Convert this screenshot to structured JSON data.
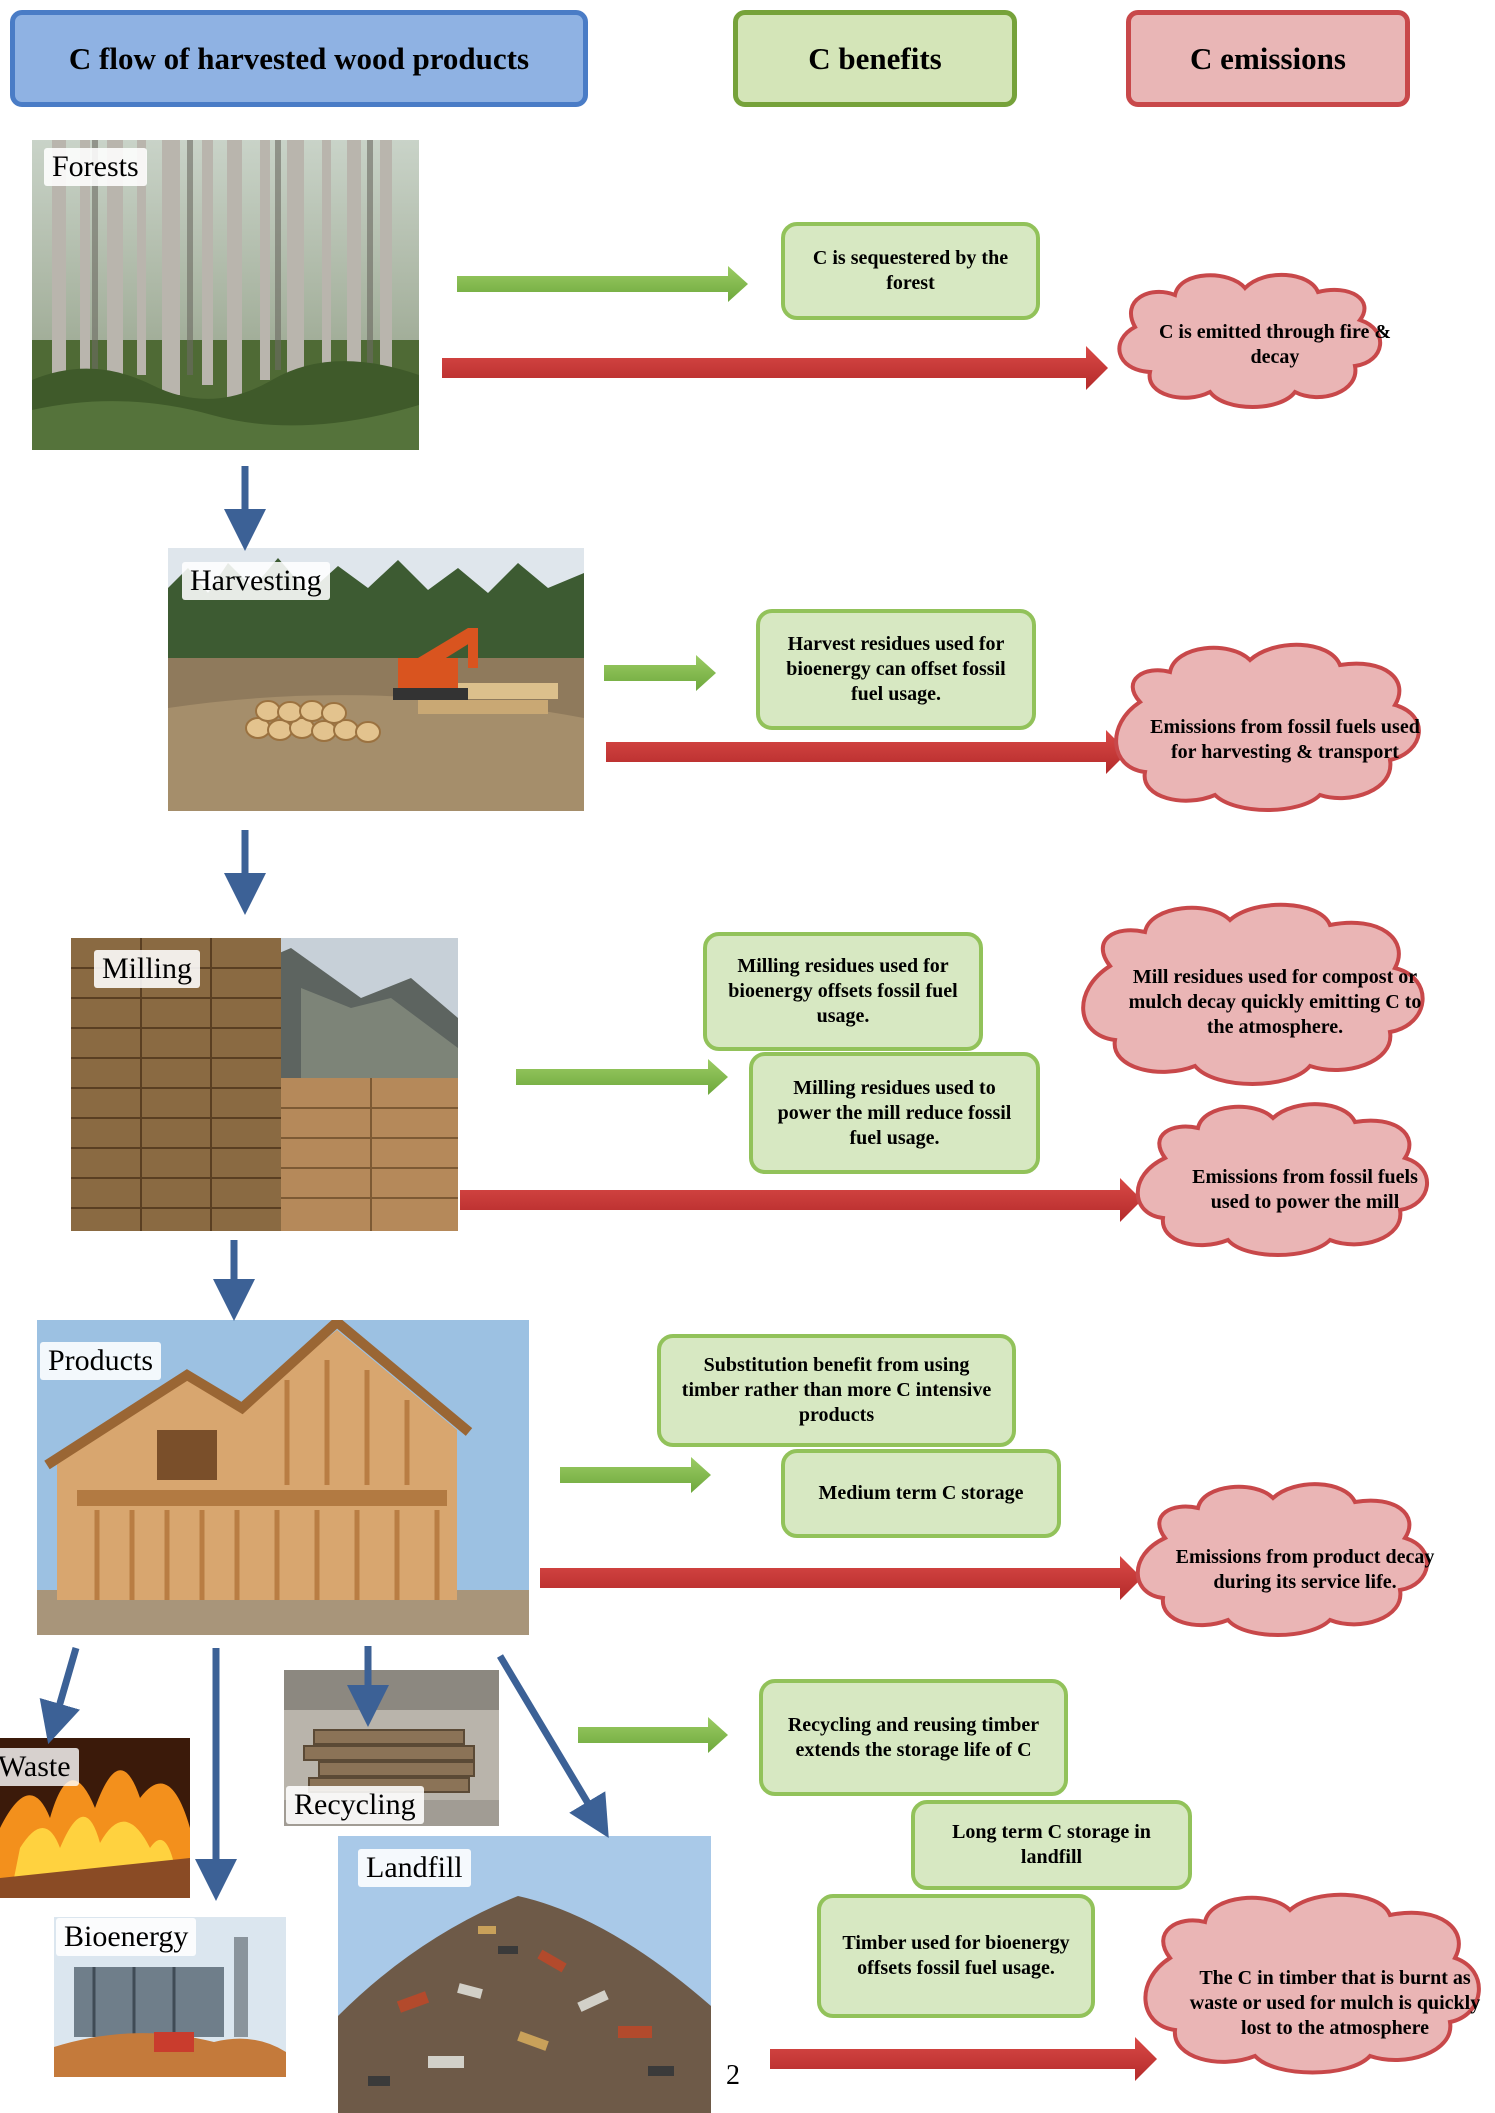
{
  "headers": {
    "flow": "C flow of harvested wood products",
    "benefits": "C benefits",
    "emissions": "C emissions"
  },
  "stages": {
    "forests": "Forests",
    "harvesting": "Harvesting",
    "milling": "Milling",
    "products": "Products",
    "waste": "Waste",
    "recycling": "Recycling",
    "landfill": "Landfill",
    "bioenergy": "Bioenergy"
  },
  "benefits": {
    "forest": "C is sequestered by the forest",
    "harvest": "Harvest residues used for bioenergy can offset fossil fuel usage.",
    "milling_bioenergy": "Milling residues used for bioenergy offsets fossil fuel usage.",
    "milling_power": "Milling residues used to power the mill reduce fossil fuel usage.",
    "substitution": "Substitution benefit from using timber rather than more C intensive products",
    "medium_storage": "Medium term C storage",
    "recycling": "Recycling and reusing timber extends the storage life of C",
    "landfill_storage": "Long term C storage in landfill",
    "timber_bioenergy": "Timber used for bioenergy offsets fossil fuel usage."
  },
  "emissions": {
    "forest": "C is emitted through fire & decay",
    "harvest": "Emissions from fossil fuels used for harvesting & transport",
    "mill_residues": "Mill residues used for compost or mulch decay quickly emitting C to the atmosphere.",
    "mill_power": "Emissions from fossil fuels used to power the mill",
    "products": "Emissions from product decay during its service life.",
    "waste": "The C in timber that is burnt as waste or used for mulch is quickly lost to the atmosphere"
  },
  "page_number": "2",
  "colors": {
    "green_arrow": "#7ab648",
    "red_arrow": "#c93535",
    "blue_arrow": "#3c6196",
    "green_box_fill": "#d7e8c2",
    "green_box_border": "#92c25a",
    "cloud_fill": "#eab5b5",
    "cloud_border": "#c8484a"
  }
}
